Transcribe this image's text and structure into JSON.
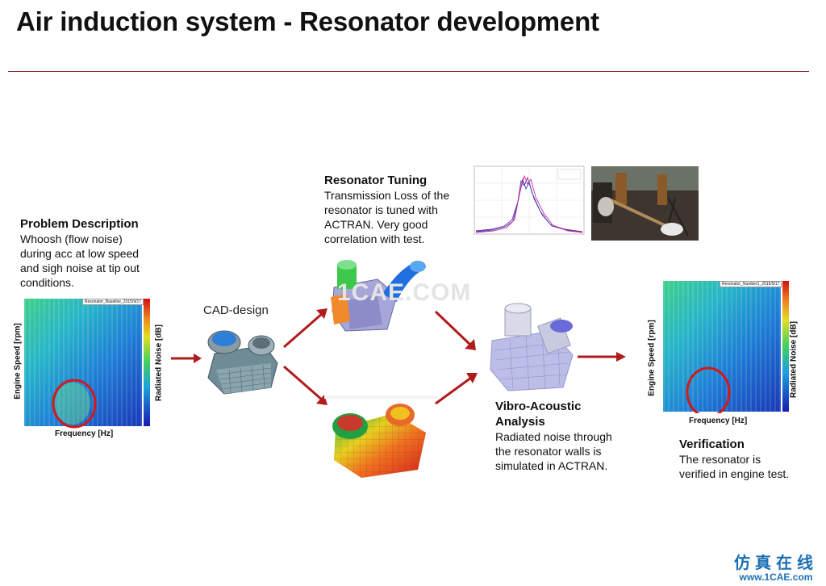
{
  "slide": {
    "title": "Air induction system - Resonator development"
  },
  "problem": {
    "heading": "Problem Description",
    "lines": [
      "Whoosh (flow noise)",
      "during acc at low speed",
      "and sigh noise at tip out",
      "conditions."
    ]
  },
  "spectrogram_left": {
    "tag": "Resonator_Baseline_2015/9/17",
    "ylabel": "Engine Speed [rpm]",
    "xlabel": "Frequency [Hz]",
    "cbar_label": "Radiated Noise [dB]"
  },
  "cad": {
    "label": "CAD-design",
    "icon": "resonator-cad-model-icon"
  },
  "tuning": {
    "heading": "Resonator Tuning",
    "lines": [
      "Transmission Loss of the",
      "resonator is tuned with",
      "ACTRAN. Very good",
      "correlation with test."
    ]
  },
  "vibro": {
    "heading_lines": [
      "Vibro-Acoustic",
      "Analysis"
    ],
    "lines": [
      "Radiated noise through",
      "the resonator walls is",
      "simulated in ACTRAN."
    ]
  },
  "verification": {
    "heading": "Verification",
    "lines": [
      "The resonator is",
      "verified in engine test."
    ]
  },
  "spectrogram_right": {
    "tag": "Resonator_Number1_2015/9/17",
    "ylabel": "Engine Speed [rpm]",
    "xlabel": "Frequency [Hz]",
    "cbar_label": "Radiated Noise [dB]"
  },
  "watermark": "1CAE.COM",
  "logo": {
    "cn": "仿真在线",
    "url": "www.1CAE.com"
  },
  "colors": {
    "rule": "#8a1a1a",
    "arrow": "#b01c1c",
    "highlight": "#d11a1a"
  }
}
